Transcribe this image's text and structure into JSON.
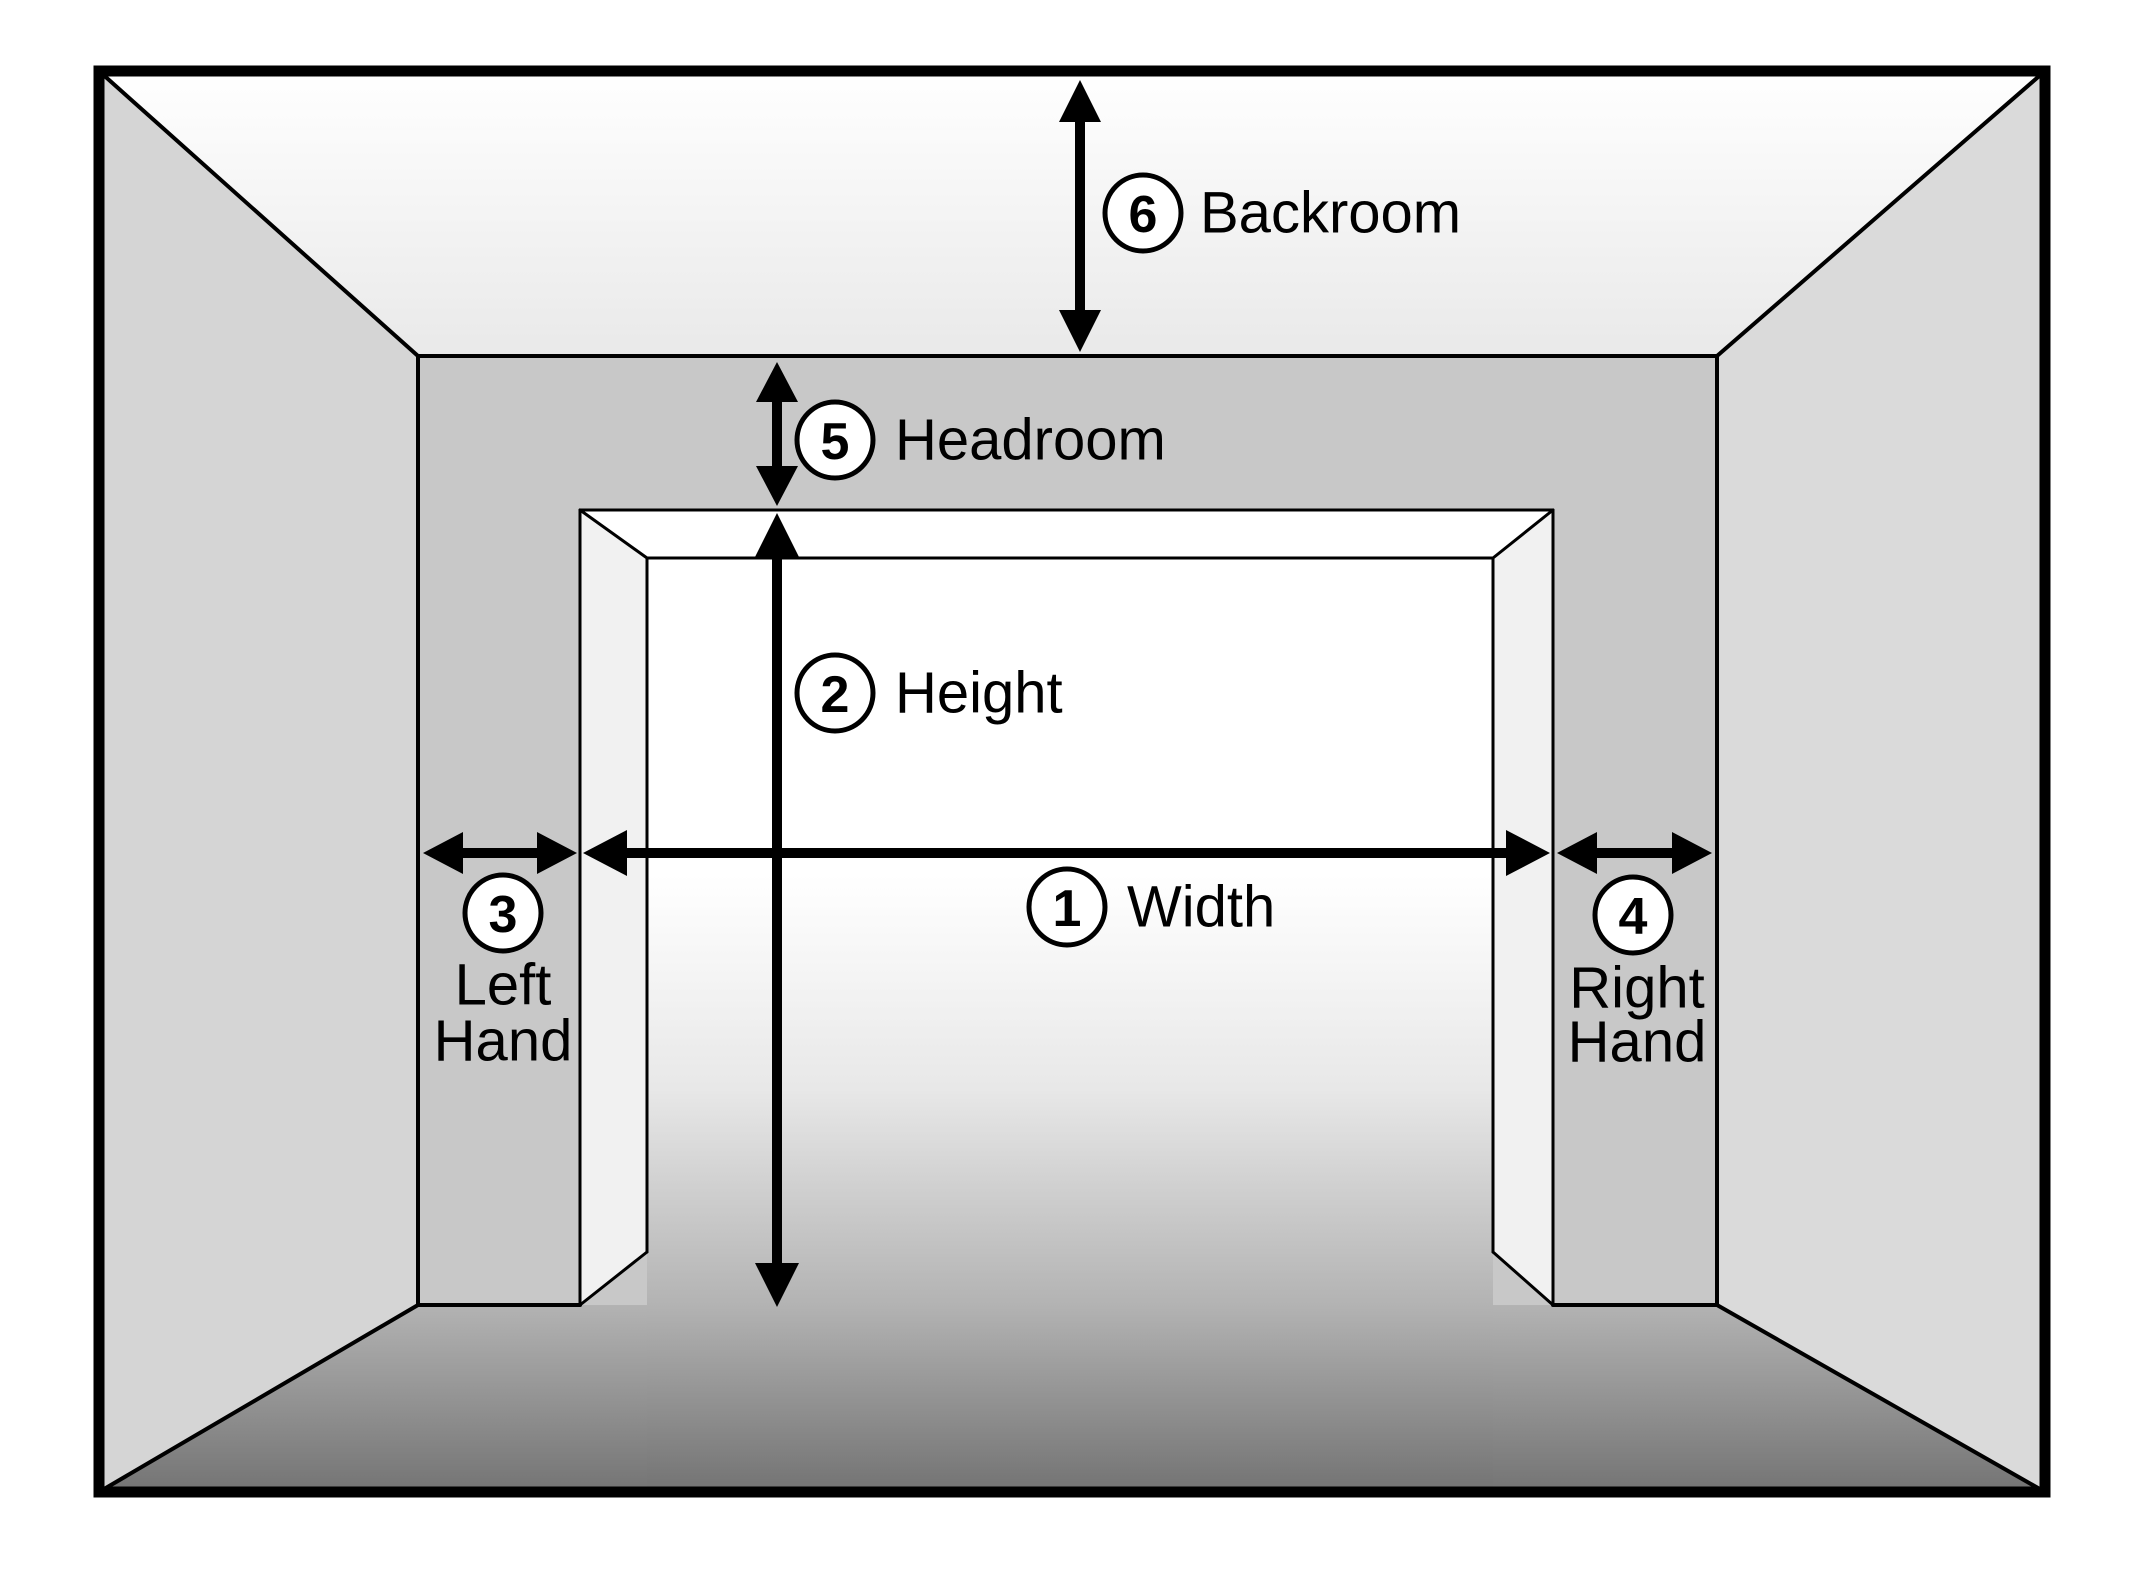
{
  "diagram": {
    "name": "garage-door-measurement-diagram",
    "measurements": [
      {
        "number": "1",
        "label": "Width"
      },
      {
        "number": "2",
        "label": "Height"
      },
      {
        "number": "3",
        "lines": [
          "Left",
          "Hand"
        ]
      },
      {
        "number": "4",
        "lines": [
          "Right",
          "Hand"
        ]
      },
      {
        "number": "5",
        "label": "Headroom"
      },
      {
        "number": "6",
        "label": "Backroom"
      }
    ]
  },
  "colors": {
    "line": "#000000",
    "ceiling_top": "#ffffff",
    "ceiling_bottom": "#e9e9e9",
    "wall_left": "#d5d5d5",
    "wall_right": "#dadada",
    "front_wall": "#c8c8c8",
    "frame_face": "#ffffff",
    "frame_jamb": "#f1f1f1",
    "opening_top": "#ffffff",
    "opening_mid": "#e8e8e8",
    "floor_top": "#b3b3b3",
    "floor_bottom": "#747474"
  }
}
